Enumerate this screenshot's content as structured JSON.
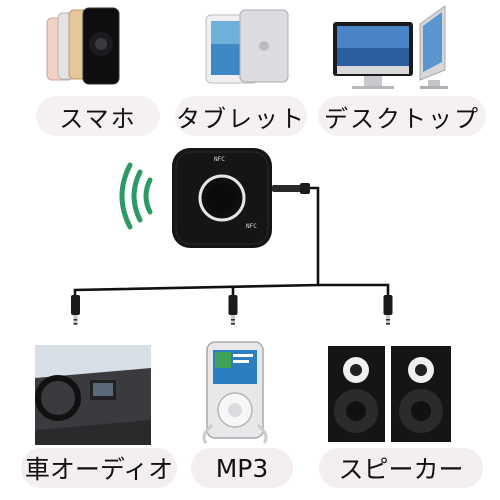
{
  "devices_top": [
    {
      "label": "スマホ"
    },
    {
      "label": "タブレット"
    },
    {
      "label": "デスクトップ"
    }
  ],
  "devices_bottom": [
    {
      "label": "車オーディオ"
    },
    {
      "label": "MP3"
    },
    {
      "label": "スピーカー"
    }
  ],
  "receiver": {
    "top_mark": "NFC",
    "nfc_label": "NFC"
  },
  "colors": {
    "signal_green": "#2e9a63",
    "receiver_body": "#151515",
    "label_bg": "#f6f1f1"
  }
}
